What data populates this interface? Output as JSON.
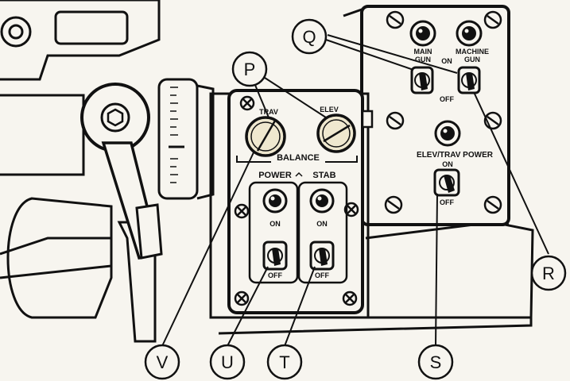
{
  "panel": {
    "balance_label": "BALANCE",
    "trav_label": "TRAV",
    "elev_label": "ELEV",
    "power_label": "POWER",
    "stab_label": "STAB",
    "power_on": "ON",
    "power_off": "OFF",
    "stab_on": "ON",
    "stab_off": "OFF"
  },
  "upper_panel": {
    "main_gun_line1": "MAIN",
    "main_gun_line2": "GUN",
    "machine_gun_line1": "MACHINE",
    "machine_gun_line2": "GUN",
    "on_label": "ON",
    "off_label": "OFF",
    "elev_trav_power": "ELEV/TRAV POWER",
    "etp_on": "ON",
    "etp_off": "OFF"
  },
  "callouts": {
    "P": "P",
    "Q": "Q",
    "R": "R",
    "S": "S",
    "T": "T",
    "U": "U",
    "V": "V"
  },
  "colors": {
    "ink": "#111111",
    "paper": "#f7f5ef",
    "knob": "#efe8cf"
  }
}
